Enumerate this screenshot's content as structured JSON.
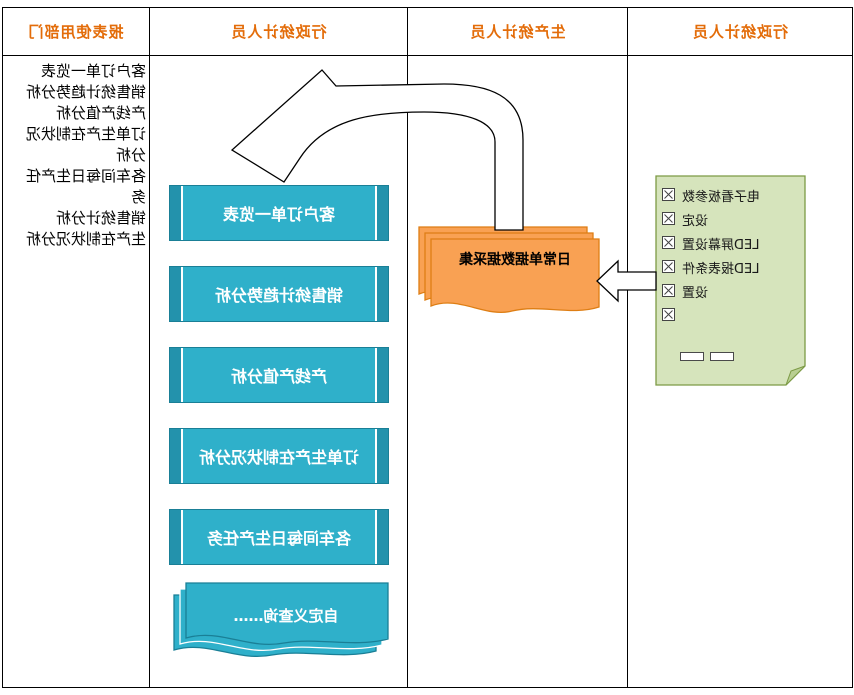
{
  "diagram": {
    "mirrored": true,
    "lanes": [
      {
        "header": "行政统计人员"
      },
      {
        "header": "生产统计人员"
      },
      {
        "header": "行政统计人员"
      },
      {
        "header": "报表使用部门"
      }
    ],
    "note": {
      "lines": [
        "电子看板参数",
        "设定",
        "LED屏幕设置",
        "LED报表条件",
        "设置",
        ""
      ]
    },
    "orange_doc": {
      "label": "日常单据数据采集"
    },
    "teal_boxes": [
      "客户订单一览表",
      "销售统计趋势分析",
      "产线产值分析",
      "订单生产在制状况分析",
      "各车间每日生产任务"
    ],
    "custom_doc": {
      "label": "自定义查询……"
    },
    "report_list": [
      "客户订单一览表",
      "销售统计趋势分析",
      "产线产值分析",
      "订单生产在制状况分析",
      "各车间每日生产任务",
      "销售统计分析",
      "生产在制状况分析"
    ],
    "colors": {
      "teal": "#2FB0CA",
      "teal_dark": "#2392AC",
      "teal_border": "#1A7F96",
      "orange": "#F9A153",
      "orange_border": "#DE7E14",
      "note_green": "#D6E4BC",
      "note_fold": "#B9CF92",
      "note_border": "#7C9A45",
      "header_text": "#E36C09"
    }
  }
}
